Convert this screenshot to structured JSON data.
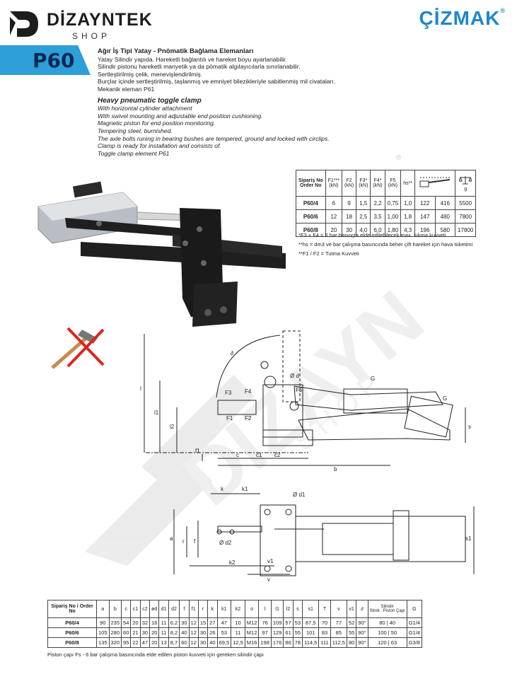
{
  "brand": {
    "left_name": "DİZAYNTEK",
    "left_sub": "SHOP",
    "right_name": "ÇİZMAK",
    "reg_mark": "®"
  },
  "model": "P60",
  "desc_tr": {
    "title": "Ağır İş Tipi Yatay - Pnömatik Bağlama Elemanları",
    "lines": [
      "Yatay Silindir yapıda. Hareketli bağlantılı ve hareket boyu ayarlanabilir.",
      "Silindir pistonu hareketli manyetik ya da pömatik algılayıcılarla  sınırlanabilir.",
      "Sertleştirilmiş çelik, menevişlendirilmiş.",
      "Burçlar içinde sertleştirilmiş, taşlanmış ve emniyet bilezikleriyle sabitlenmiş mil civataları.",
      "Mekanik eleman P61"
    ]
  },
  "desc_en": {
    "title": "Heavy pneumatic toggle clamp",
    "lines": [
      "With horizontal cylinder attachment",
      "With swivel mounting and adjustable end position cushioning.",
      "Magnetic piston for end position monitoring.",
      "Tempering steel, burnished.",
      "The axle bolts runing in bearing bushes are tempered, ground and locked with circlips.",
      "Clamp is ready for installation and consists of.",
      "Toggle clamp element P61"
    ]
  },
  "spec_table": {
    "headers": [
      "Sipariş No\nOrder No",
      "F1***\n(kN)",
      "F2\n(kN)",
      "F3*\n(kN)",
      "F4*\n(kN)",
      "F5\n(kN)",
      "hs**",
      "",
      "",
      "g"
    ],
    "rows": [
      [
        "P60/4",
        "6",
        "9",
        "1,5",
        "2,2",
        "0,75",
        "1,0",
        "122",
        "416",
        "5500"
      ],
      [
        "P60/6",
        "12",
        "18",
        "2,5",
        "3,5",
        "1,00",
        "1,8",
        "147",
        "480",
        "7800"
      ],
      [
        "P60/8",
        "20",
        "30",
        "4,0",
        "6,0",
        "1,80",
        "4,3",
        "196",
        "580",
        "17800"
      ]
    ]
  },
  "notes": [
    "*F3 + F4 = 6 bar basınçta elde edilebilecek max. sıkma kuvveti",
    "**hs = dm3 ve  bar çalışma basıncında beher çift hareket için hava tüketimi",
    "**F1 / F2 = Tutma Kuvveti"
  ],
  "drawing_labels": {
    "side": [
      "F3",
      "F4",
      "F5",
      "F1",
      "F2",
      "l",
      "l1",
      "l2",
      "f1",
      "c",
      "c1",
      "c2",
      "b",
      "s",
      "G",
      "G",
      "∂",
      "Ø d"
    ],
    "top": [
      "k",
      "k1",
      "Ø d1",
      "a",
      "r",
      "f",
      "Ø d2",
      "k2",
      "v1",
      "v",
      "s1"
    ]
  },
  "dims_table": {
    "headers": [
      "Sipariş No / Order No",
      "a",
      "b",
      "c",
      "c1",
      "c2",
      "ød",
      "d1",
      "d2",
      "f",
      "f1",
      "r",
      "k",
      "k1",
      "k2",
      "o",
      "l",
      "l1",
      "l2",
      "s",
      "s1",
      "T",
      "v",
      "v1",
      "∂",
      "Silindir Strok | Piston Çapı",
      "G"
    ],
    "rows": [
      [
        "P60/4",
        "90",
        "235",
        "54",
        "20",
        "32",
        "16",
        "11",
        "6,2",
        "30",
        "12",
        "15",
        "27",
        "47",
        "10",
        "M12",
        "76",
        "109",
        "57",
        "53",
        "87,5",
        "70",
        "77",
        "52",
        "90°",
        "80 | 40",
        "G1/4"
      ],
      [
        "P60/6",
        "105",
        "280",
        "60",
        "21",
        "30",
        "20",
        "11",
        "8,2",
        "40",
        "12",
        "30",
        "26",
        "53",
        "11",
        "M12",
        "97",
        "129",
        "61",
        "55",
        "101",
        "83",
        "85",
        "55",
        "90°",
        "100 | 50",
        "G1/4"
      ],
      [
        "P60/8",
        "135",
        "320",
        "95",
        "22",
        "47",
        "20",
        "13",
        "8,7",
        "60",
        "12",
        "30",
        "40",
        "69,5",
        "12,5",
        "M16",
        "198",
        "176",
        "86",
        "78",
        "114,5",
        "111",
        "112,5",
        "80",
        "90°",
        "120 | 63",
        "G3/8"
      ]
    ]
  },
  "dims_sub_headers": {
    "stroke": "Strok",
    "bore": "Piston Çapı",
    "cylinder": "Silindir"
  },
  "footnote": "Piston çapı Fs - 6 bar çalışma basıncında elde edilen piston kuvveti için gereken silindir çapı",
  "colors": {
    "accent": "#2e9fd8",
    "brand_blue": "#1e88c8",
    "hammer_red": "#e2231a",
    "watermark": "#d8d8d8"
  }
}
